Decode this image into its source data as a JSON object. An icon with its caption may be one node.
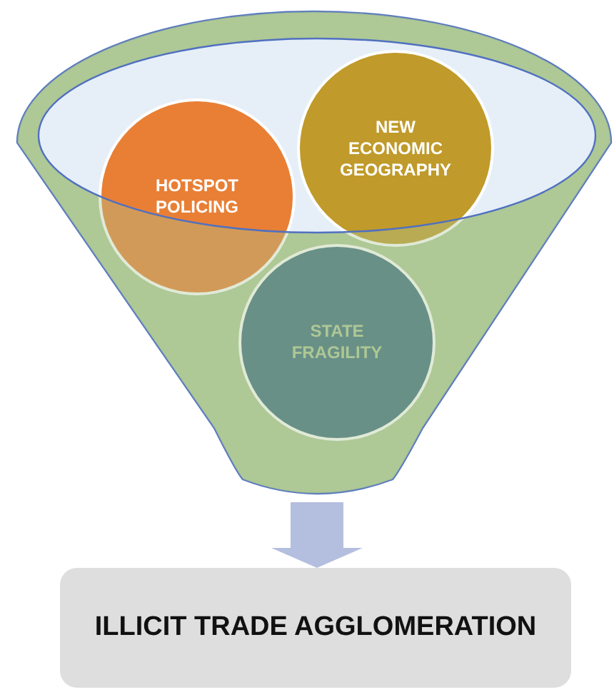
{
  "diagram": {
    "nodes": [
      {
        "text": [],
        "shape": "funnel"
      },
      {
        "text": [
          "HOTSPOT POLICING"
        ],
        "in": 0
      },
      {
        "text": [
          "NEW ECONOMIC GEOGRAPHY"
        ],
        "in": 0
      },
      {
        "text": [
          "STATE FRAGILITY"
        ],
        "in": 0
      },
      {
        "text": [
          "ILLICIT TRADE AGGLOMERATION"
        ]
      }
    ],
    "edges": [
      {
        "from": 0,
        "to": 4,
        "arrow": "to"
      }
    ]
  }
}
